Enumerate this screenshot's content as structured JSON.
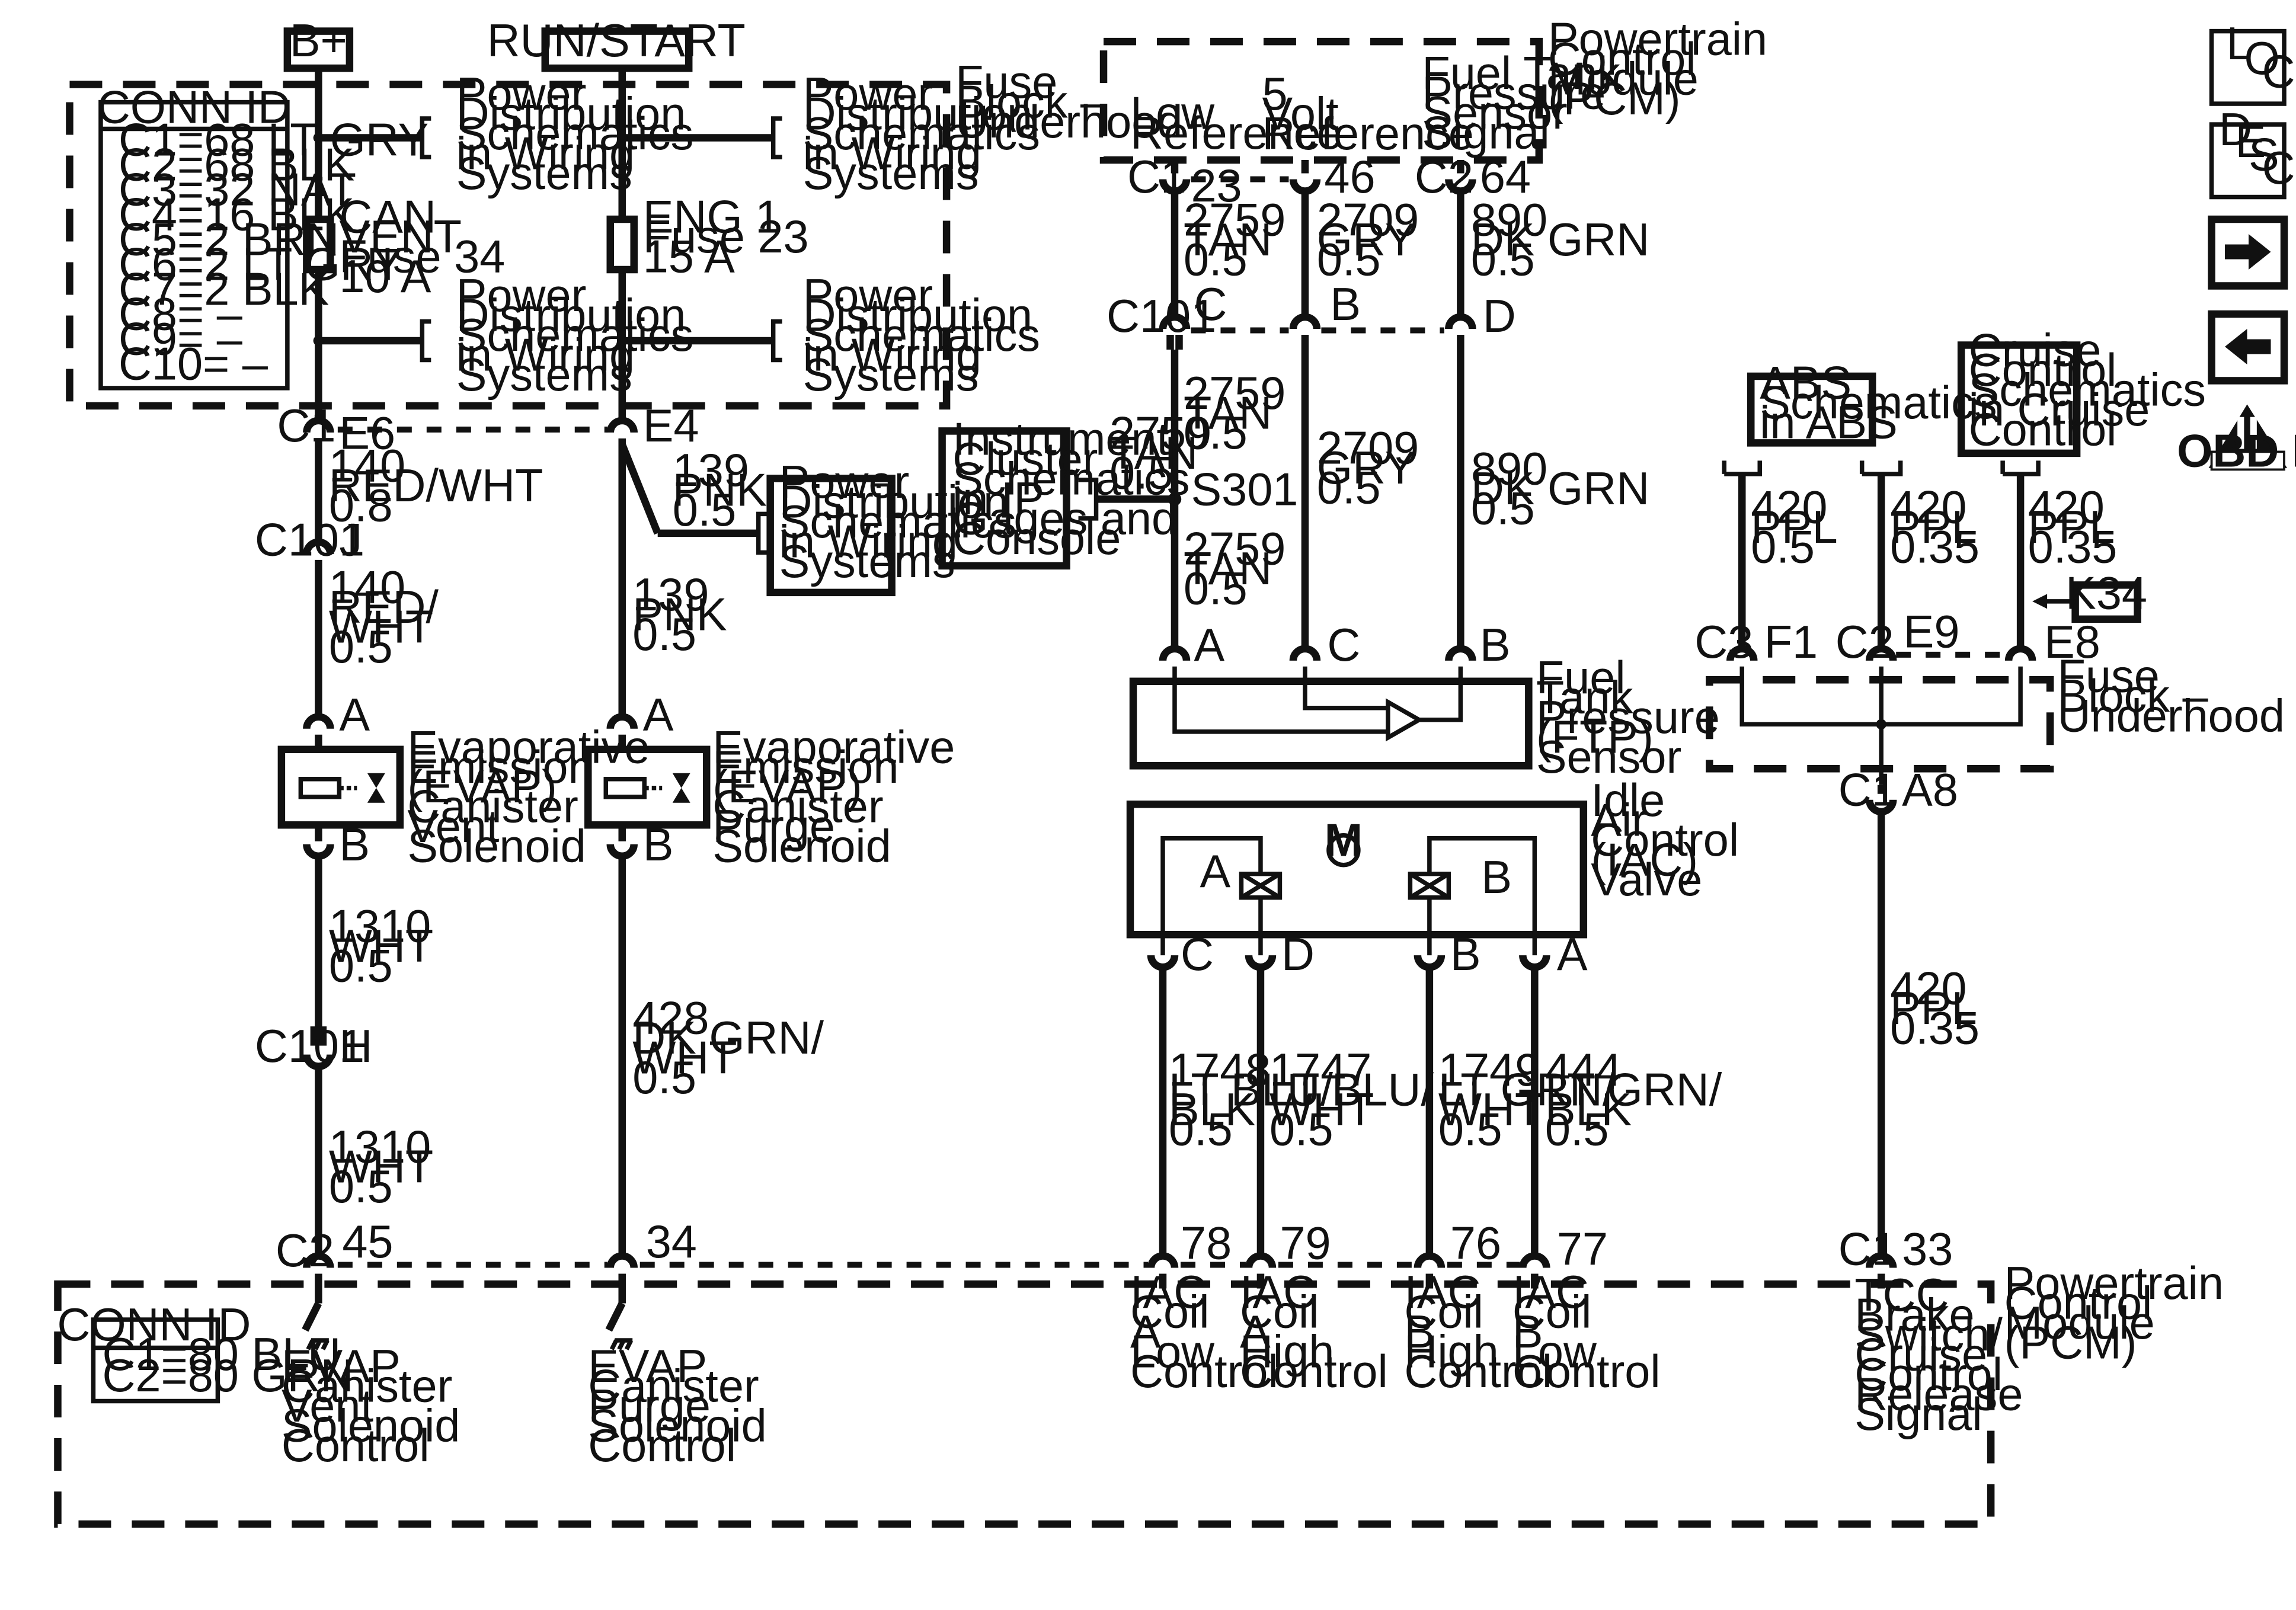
{
  "supplies": {
    "bplus": "B+",
    "runstart": "RUN/START"
  },
  "fuse_block_top": [
    "Fuse",
    "Block –",
    "Underhood"
  ],
  "conn_id_top": {
    "title": "CONN ID",
    "rows": [
      "C1=68 LT GRY",
      "C2=68 BLK",
      "C3=32 NAT",
      "C4=16 BLK",
      "C5=2 BRN",
      "C6=2 LT GRY",
      "C7=2 BLK",
      "C8= –",
      "C9= –",
      "C10= –"
    ]
  },
  "power_dist": [
    "Power",
    "Distribution",
    "Schematics",
    "in Wiring",
    "Systems"
  ],
  "fuse_can": [
    "CAN",
    "VENT",
    "Fuse 34",
    "10 A"
  ],
  "fuse_eng": [
    "ENG 1",
    "Fuse 23",
    "15 A"
  ],
  "conn": {
    "c1": "C1",
    "c2": "C2",
    "c3": "C3",
    "c101": "C101",
    "e6": "E6",
    "e4": "E4",
    "j": "J",
    "h": "H",
    "a": "A",
    "b": "B",
    "c": "C",
    "d": "D",
    "pin45": "45",
    "pin34": "34",
    "p23": "23",
    "p46": "46",
    "p64": "64",
    "p78": "78",
    "p79": "79",
    "p76": "76",
    "p77": "77",
    "p33": "33",
    "f1": "F1",
    "e9": "E9",
    "e8": "E8",
    "a8": "A8"
  },
  "wires": {
    "w140a": [
      "140",
      "RED/WHT",
      "0.8"
    ],
    "w140b": [
      "140",
      "RED/",
      "WHT",
      "0.5"
    ],
    "w139a": [
      "139",
      "PNK",
      "0.5"
    ],
    "w139b": [
      "139",
      "PNK",
      "0.5"
    ],
    "w1310a": [
      "1310",
      "WHT",
      "0.5"
    ],
    "w1310b": [
      "1310",
      "WHT",
      "0.5"
    ],
    "w428": [
      "428",
      "DK GRN/",
      "WHT",
      "0.5"
    ],
    "w2759a": [
      "2759",
      "TAN",
      "0.5"
    ],
    "w2759b": [
      "2759",
      "TAN",
      "0.5"
    ],
    "w2759c": [
      "2759",
      "TAN",
      "0.5"
    ],
    "w2759d": [
      "2759",
      "TAN",
      "0.5"
    ],
    "w2709a": [
      "2709",
      "GRY",
      "0.5"
    ],
    "w2709b": [
      "2709",
      "GRY",
      "0.5"
    ],
    "w890a": [
      "890",
      "DK GRN",
      "0.5"
    ],
    "w890b": [
      "890",
      "DK GRN",
      "0.5"
    ],
    "w1748": [
      "1748",
      "LT BLU/",
      "BLK",
      "0.5"
    ],
    "w1747": [
      "1747",
      "LT BLU/",
      "WHT",
      "0.5"
    ],
    "w1749": [
      "1749",
      "LT GRN/",
      "WHT",
      "0.5"
    ],
    "w444": [
      "444",
      "LT GRN/",
      "BLK",
      "0.5"
    ],
    "w420a": [
      "420",
      "PPL",
      "0.5"
    ],
    "w420b": [
      "420",
      "PPL",
      "0.35"
    ],
    "w420c": [
      "420",
      "PPL",
      "0.35"
    ],
    "w420d": [
      "420",
      "PPL",
      "0.35"
    ]
  },
  "evap_vent": [
    "Evaporative",
    "Emission",
    "(EVAP)",
    "Canister",
    "Vent",
    "Solenoid"
  ],
  "evap_purge": [
    "Evaporative",
    "Emission",
    "(EVAP)",
    "Canister",
    "Purge",
    "Solenoid"
  ],
  "pcm_top": {
    "title": [
      "Powertrain",
      "Control",
      "Module",
      "(PCM)"
    ],
    "low_ref": [
      "Low",
      "Reference"
    ],
    "five_volt": [
      "5",
      "Volt",
      "Reference"
    ],
    "ftp_signal": [
      "Fuel Tank",
      "Pressure",
      "Sensor",
      "Signal"
    ]
  },
  "instrument_cluster": [
    "Instrument",
    "Cluster",
    "Schematics",
    "in IP",
    "Gages and",
    "Console"
  ],
  "splice": "S301",
  "ftp_sensor": [
    "Fuel",
    "Tank",
    "Pressure",
    "(FTP)",
    "Sensor"
  ],
  "iac_valve": [
    "Idle",
    "Air",
    "Control",
    "(IAC)",
    "Valve"
  ],
  "iac_motor": "M",
  "abs": [
    "ABS",
    "Schematics",
    "in ABS"
  ],
  "cruise": [
    "Cruise",
    "Control",
    "Schematics",
    "in Cruise",
    "Control"
  ],
  "k34": "K34",
  "fuse_block_right": [
    "Fuse",
    "Block –",
    "Underhood"
  ],
  "pcm_bottom": {
    "title": [
      "Powertrain",
      "Control",
      "Module",
      "(PCM)"
    ],
    "conn_id": {
      "title": "CONN ID",
      "rows": [
        "C1=80 BLU",
        "C2=80 GRN"
      ]
    },
    "vent_ctrl": [
      "EVAP",
      "Canister",
      "Vent",
      "Solenoid",
      "Control"
    ],
    "purge_ctrl": [
      "EVAP",
      "Canister",
      "Purge",
      "Solenoid",
      "Control"
    ],
    "iac_a_low": [
      "IAC",
      "Coil",
      "A",
      "Low",
      "Control"
    ],
    "iac_a_high": [
      "IAC",
      "Coil",
      "A",
      "High",
      "Control"
    ],
    "iac_b_high": [
      "IAC",
      "Coil",
      "B",
      "High",
      "Control"
    ],
    "iac_b_low": [
      "IAC",
      "Coil",
      "B",
      "Low",
      "Control"
    ],
    "tcc": [
      "TCC",
      "Brake",
      "Switch/",
      "Cruise",
      "Control",
      "Release",
      "Signal"
    ]
  },
  "nav": {
    "loc": [
      "L",
      "O",
      "C"
    ],
    "desc": [
      "D",
      "E",
      "S",
      "C"
    ],
    "next_icon": "arrow-right",
    "prev_icon": "arrow-left",
    "obd_numeral": "II",
    "obd_label": "OBD II"
  }
}
